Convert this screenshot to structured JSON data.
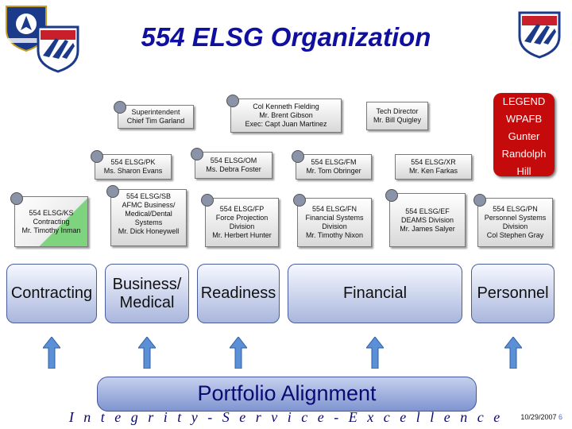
{
  "title": "554 ELSG Organization",
  "leadership": {
    "superintendent": [
      "Superintendent",
      "Chief Tim Garland"
    ],
    "commander": [
      "Col Kenneth Fielding",
      "Mr. Brent Gibson",
      "Exec: Capt Juan Martinez"
    ],
    "tech_director": [
      "Tech Director",
      "Mr. Bill Quigley"
    ]
  },
  "staff": [
    [
      "554 ELSG/PK",
      "Ms. Sharon Evans"
    ],
    [
      "554 ELSG/OM",
      "Ms. Debra Foster"
    ],
    [
      "554 ELSG/FM",
      "Mr. Tom Obringer"
    ],
    [
      "554 ELSG/XR",
      "Mr. Ken Farkas"
    ]
  ],
  "divisions": [
    [
      "554 ELSG/KS",
      "Contracting",
      "Mr. Timothy Inman"
    ],
    [
      "554 ELSG/SB",
      "AFMC Business/",
      "Medical/Dental",
      "Systems",
      "Mr. Dick Honeywell"
    ],
    [
      "554 ELSG/FP",
      "Force Projection",
      "Division",
      "Mr. Herbert Hunter"
    ],
    [
      "554 ELSG/FN",
      "Financial Systems",
      "Division",
      "Mr. Timothy Nixon"
    ],
    [
      "554 ELSG/EF",
      "DEAMS Division",
      "Mr. James Salyer"
    ],
    [
      "554 ELSG/PN",
      "Personnel Systems",
      "Division",
      "Col Stephen Gray"
    ]
  ],
  "portfolios": [
    "Contracting",
    "Business/ Medical",
    "Readiness",
    "Financial",
    "Personnel"
  ],
  "legend": [
    "LEGEND",
    "WPAFB",
    "Gunter",
    "Randolph",
    "Hill"
  ],
  "colors": {
    "title": "#1010a0",
    "legend_bg": "#c40a0a",
    "hill": "#7ed47e"
  },
  "footer": {
    "alignment": "Portfolio Alignment",
    "motto": "I n t e g r i t y  -  S e r v i c e  -  E x c e l l e n c e",
    "date": "10/29/2007",
    "page": "6"
  }
}
